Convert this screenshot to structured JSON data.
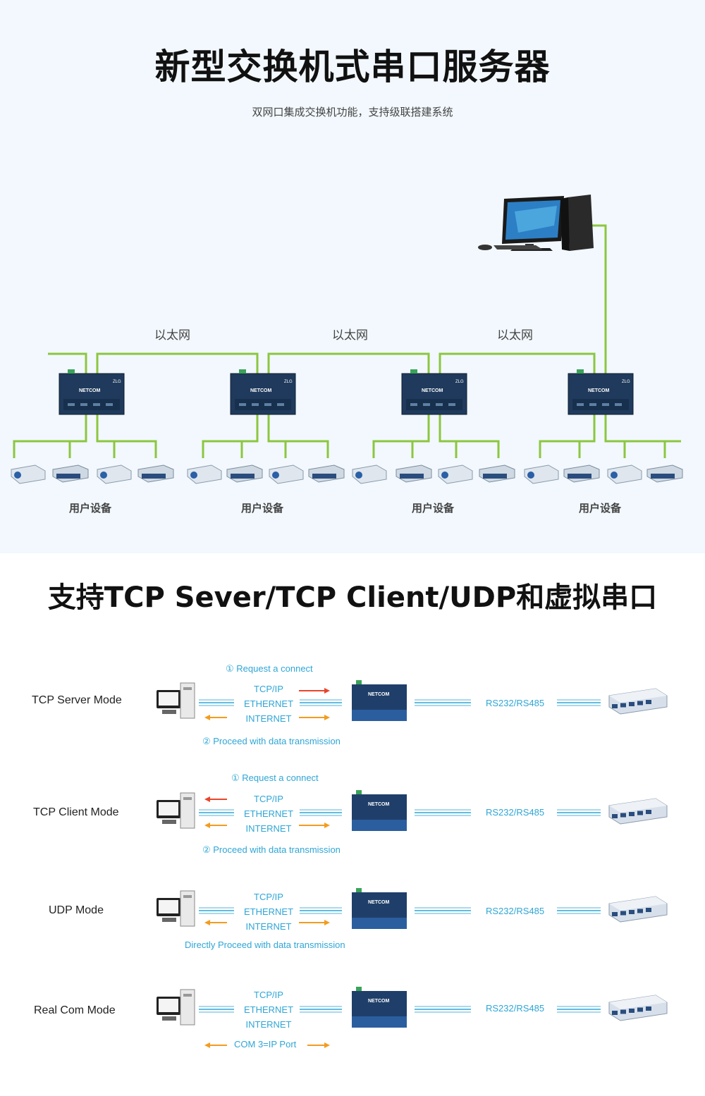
{
  "section1": {
    "title": "新型交换机式串口服务器",
    "subtitle": "双网口集成交换机功能，支持级联搭建系统",
    "ethernet_labels": [
      "以太网",
      "以太网",
      "以太网"
    ],
    "user_labels": [
      "用户设备",
      "用户设备",
      "用户设备",
      "用户设备"
    ],
    "device_brand": "NETCOM",
    "device_logo": "ZLG",
    "line_color": "#8cc63f"
  },
  "section2": {
    "title": "支持TCP Sever/TCP Client/UDP和虚拟串口",
    "modes": [
      {
        "name": "TCP Server Mode",
        "top_note": "① Request a connect",
        "stack": [
          "TCP/IP",
          "ETHERNET",
          "INTERNET"
        ],
        "bottom_note": "② Proceed with data transmission",
        "serial": "RS232/RS485"
      },
      {
        "name": "TCP Client Mode",
        "top_note": "① Request a connect",
        "stack": [
          "TCP/IP",
          "ETHERNET",
          "INTERNET"
        ],
        "bottom_note": "② Proceed with data transmission",
        "serial": "RS232/RS485"
      },
      {
        "name": "UDP Mode",
        "top_note": "",
        "stack": [
          "TCP/IP",
          "ETHERNET",
          "INTERNET"
        ],
        "bottom_note": "Directly Proceed with data transmission",
        "serial": "RS232/RS485"
      },
      {
        "name": "Real Com Mode",
        "top_note": "",
        "stack": [
          "TCP/IP",
          "ETHERNET",
          "INTERNET"
        ],
        "bottom_note": "COM 3=IP Port",
        "serial": "RS232/RS485"
      }
    ],
    "accent_color": "#2ea6d6",
    "arrow_red": "#e8452c",
    "arrow_orange": "#f39c1f"
  }
}
